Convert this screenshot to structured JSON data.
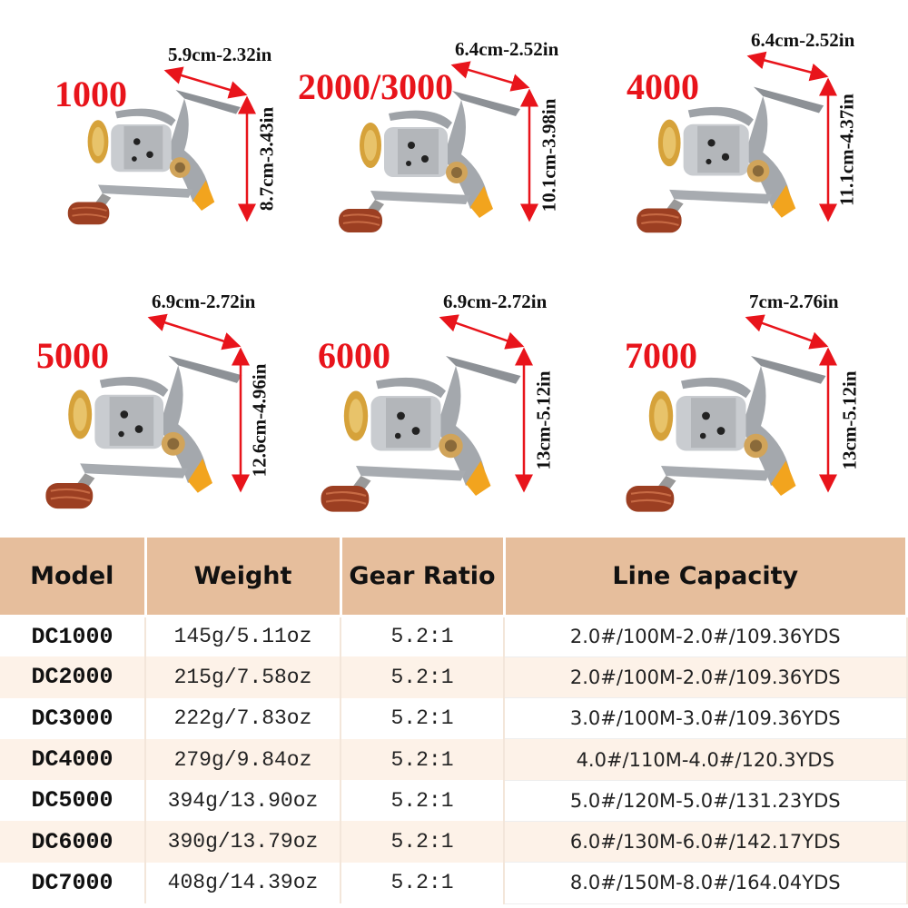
{
  "panels": [
    {
      "model": "1000",
      "width": "5.9cm-2.32in",
      "height": "8.7cm-3.43in"
    },
    {
      "model": "2000/3000",
      "width": "6.4cm-2.52in",
      "height": "10.1cm-3.98in"
    },
    {
      "model": "4000",
      "width": "6.4cm-2.52in",
      "height": "11.1cm-4.37in"
    },
    {
      "model": "5000",
      "width": "6.9cm-2.72in",
      "height": "12.6cm-4.96in"
    },
    {
      "model": "6000",
      "width": "6.9cm-2.72in",
      "height": "13cm-5.12in"
    },
    {
      "model": "7000",
      "width": "7cm-2.76in",
      "height": "13cm-5.12in"
    }
  ],
  "table": {
    "headers": [
      "Model",
      "Weight",
      "Gear Ratio",
      "Line Capacity"
    ],
    "rows": [
      [
        "DC1000",
        "145g/5.11oz",
        "5.2:1",
        "2.0#/100M-2.0#/109.36YDS"
      ],
      [
        "DC2000",
        "215g/7.58oz",
        "5.2:1",
        "2.0#/100M-2.0#/109.36YDS"
      ],
      [
        "DC3000",
        "222g/7.83oz",
        "5.2:1",
        "3.0#/100M-3.0#/109.36YDS"
      ],
      [
        "DC4000",
        "279g/9.84oz",
        "5.2:1",
        "4.0#/110M-4.0#/120.3YDS"
      ],
      [
        "DC5000",
        "394g/13.90oz",
        "5.2:1",
        "5.0#/120M-5.0#/131.23YDS"
      ],
      [
        "DC6000",
        "390g/13.79oz",
        "5.2:1",
        "6.0#/130M-6.0#/142.17YDS"
      ],
      [
        "DC7000",
        "408g/14.39oz",
        "5.2:1",
        "8.0#/150M-8.0#/164.04YDS"
      ]
    ]
  },
  "colors": {
    "model_label": "#e8141b",
    "arrow": "#e8141b",
    "header_bg": "#e6be9c",
    "alt_row": "#fdf2e8"
  }
}
